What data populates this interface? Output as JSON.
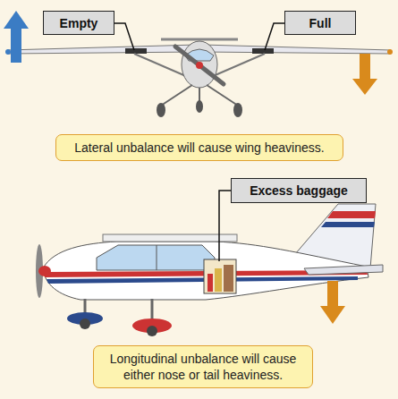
{
  "diagram": {
    "nodes": [
      {
        "text": [
          "Empty"
        ]
      },
      {
        "text": [
          "Full"
        ]
      },
      {
        "text": [
          "Lateral unbalance will cause wing heaviness."
        ]
      },
      {
        "text": [
          "Excess baggage"
        ]
      },
      {
        "text": [
          "Longitudinal unbalance will cause either nose or tail heaviness."
        ]
      }
    ]
  }
}
